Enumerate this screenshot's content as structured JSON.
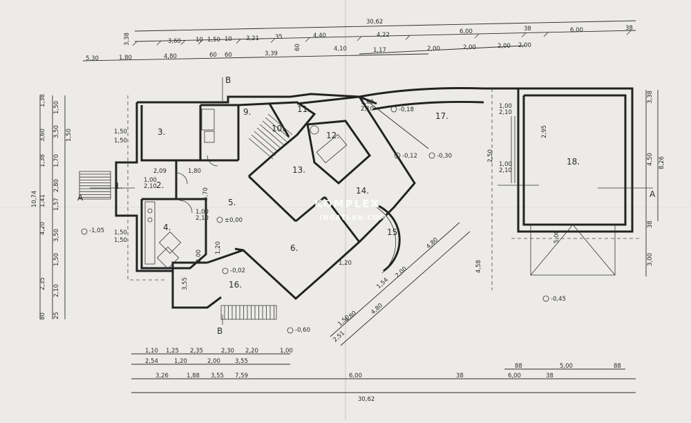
{
  "colors": {
    "paper": "#ecebe8",
    "ink": "#2b2b2b",
    "watermark": "#ffffff"
  },
  "watermark": {
    "line1": "KOMPLEX",
    "line2": "INGATLAN.COM"
  },
  "rooms": [
    "1.",
    "2.",
    "3.",
    "4.",
    "5.",
    "6.",
    "9.",
    "10.",
    "11.",
    "12.",
    "13.",
    "14.",
    "15.",
    "16.",
    "17.",
    "18."
  ],
  "section_markers": [
    "A",
    "A",
    "B",
    "B"
  ],
  "levels": [
    "-1,05",
    "±0,00",
    "-0,02",
    "-0,60",
    "-0,18",
    "-0,12",
    "-0,30",
    "-0,45"
  ],
  "dims_top1": [
    "30,62"
  ],
  "dims_top2": [
    "3,38",
    "3,60",
    "10",
    "1,50",
    "10",
    "3,21",
    "35",
    "4,40",
    "4,22",
    "6,00",
    "38",
    "6,00",
    "38"
  ],
  "dims_top3": [
    "5,30",
    "1,80",
    "4,80",
    "60",
    "60",
    "3,39",
    "60",
    "4,10",
    "1,17",
    "2,00",
    "2,00",
    "2,00",
    "2,00"
  ],
  "dims_left": [
    "1,38",
    "1,50",
    "3,60",
    "3,50",
    "1,50",
    "1,38",
    "1,70",
    "2,80",
    "10,74",
    "1,41",
    "1,57",
    "4,20",
    "3,50",
    "1,50",
    "2,35",
    "2,10",
    "80",
    "25"
  ],
  "dims_bottom1": [
    "1,10",
    "1,25",
    "2,35",
    "2,30",
    "2,20",
    "1,00"
  ],
  "dims_bottom2": [
    "2,54",
    "1,20",
    "2,00",
    "3,55"
  ],
  "dims_bottom3": [
    "3,26",
    "1,88",
    "3,55",
    "7,59",
    "6,00",
    "38",
    "6,00",
    "38"
  ],
  "dims_bottom4": [
    "30,62"
  ],
  "dims_bottom_right": [
    "88",
    "5,00",
    "88"
  ],
  "dims_right": [
    "3,38",
    "4,50",
    "8,26",
    "38",
    "3,00"
  ],
  "dims_diag": [
    "4,80",
    "2,00",
    "4,80",
    "4,80",
    "1,54",
    "1,50",
    "2,51"
  ],
  "dims_inner": [
    "1,50",
    "1,50",
    "2,09",
    "1,00",
    "2,10",
    "1,50",
    "1,50",
    "1,00",
    "2,10",
    "1,00",
    "2,10",
    "2,95",
    "2,50",
    "1,00",
    "2,10",
    "5,00",
    "2,00",
    "5,70",
    "1,80",
    "1,20",
    "3,55",
    "1,20",
    "1,00",
    "2,10",
    "4,58"
  ]
}
